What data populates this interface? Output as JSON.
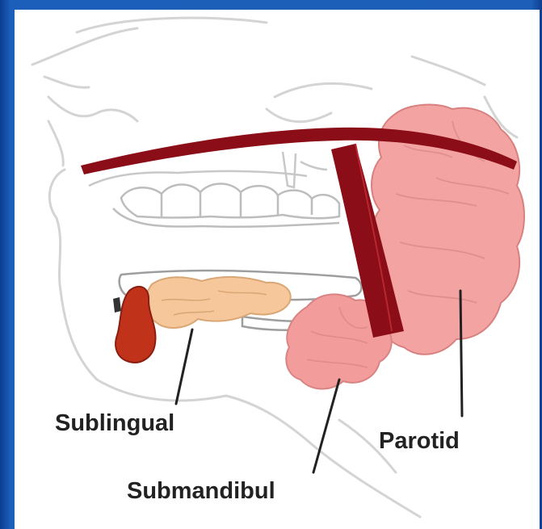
{
  "labels": {
    "sublingual": "Sublingual",
    "parotid": "Parotid",
    "submandibul": "Submandibul"
  },
  "colors": {
    "border_blue": "#1d5fb8",
    "parotid": "#f4a3a3",
    "submandibular": "#f29c9c",
    "sublingual": "#f5c79a",
    "duct": "#8b0d17",
    "bone_line": "#cfcfcf"
  }
}
